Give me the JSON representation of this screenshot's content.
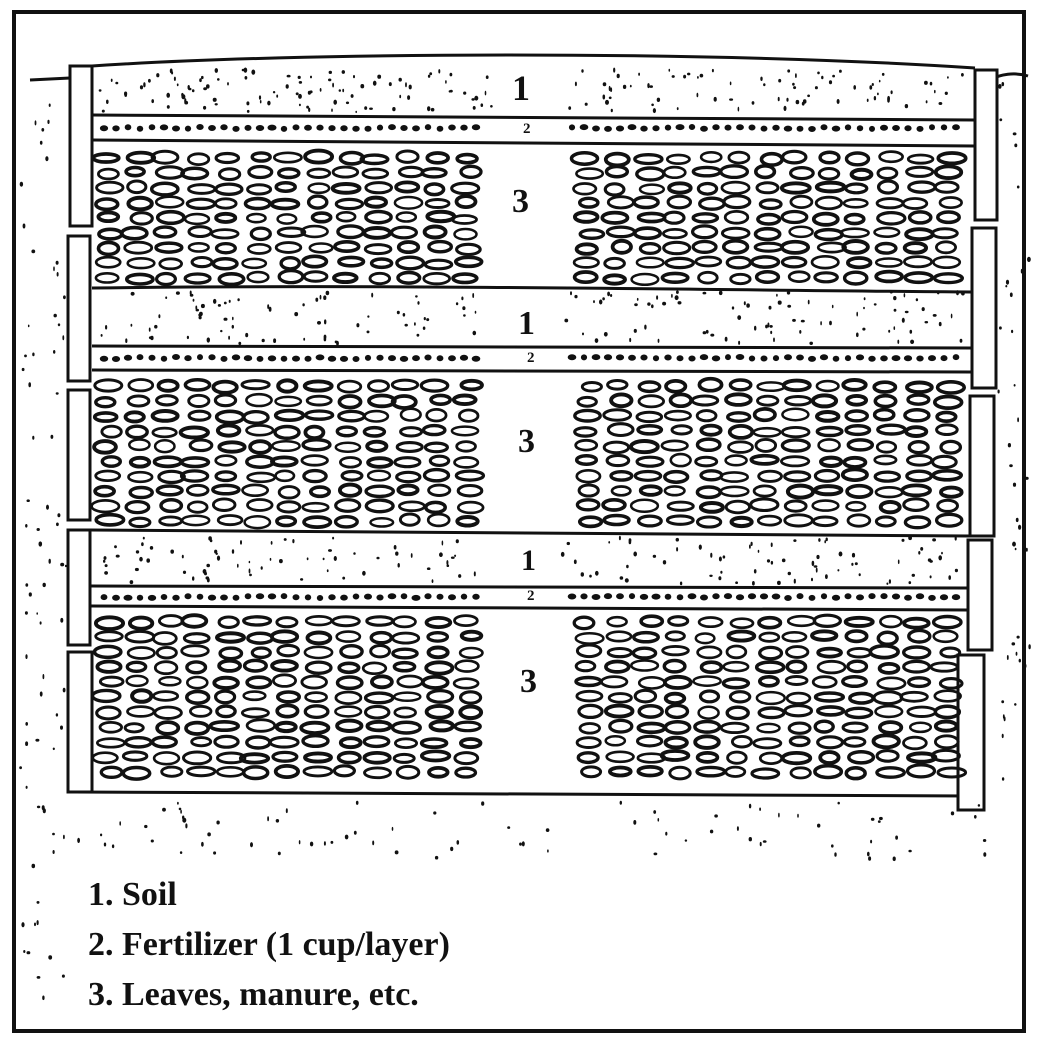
{
  "diagram": {
    "layer_numbers": {
      "soil": "1",
      "fertilizer": "2",
      "leaves": "3"
    },
    "legend": [
      "1. Soil",
      "2. Fertilizer (1 cup/layer)",
      "3. Leaves, manure, etc."
    ]
  }
}
